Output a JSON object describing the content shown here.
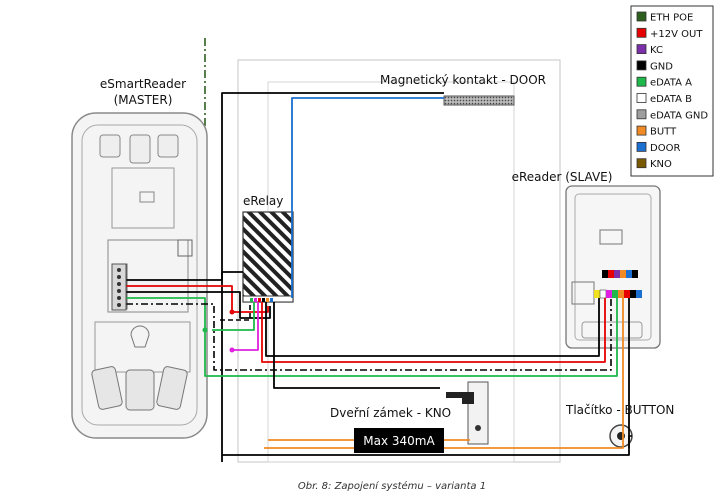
{
  "labels": {
    "master_title": "eSmartReader",
    "master_sub": "(MASTER)",
    "slave": "eReader (SLAVE)",
    "relay": "eRelay",
    "door_contact": "Magnetický kontakt - DOOR",
    "lock": "Dveřní zámek - KNO",
    "button": "Tlačítko - BUTTON",
    "max_current": "Max 340mA",
    "caption": "Obr.  8: Zapojení systému – varianta 1"
  },
  "legend": [
    {
      "label": "ETH POE",
      "color": "#2e5e1e"
    },
    {
      "label": "+12V OUT",
      "color": "#e60000"
    },
    {
      "label": "KC",
      "color": "#7b2fa8"
    },
    {
      "label": "GND",
      "color": "#000000"
    },
    {
      "label": "eDATA A",
      "color": "#1fb84a"
    },
    {
      "label": "eDATA B",
      "color": "#ffffff"
    },
    {
      "label": "eDATA GND",
      "color": "#9e9e9e"
    },
    {
      "label": "BUTT",
      "color": "#f08a24"
    },
    {
      "label": "DOOR",
      "color": "#1a6fd0"
    },
    {
      "label": "KNO",
      "color": "#7a5a00"
    }
  ]
}
